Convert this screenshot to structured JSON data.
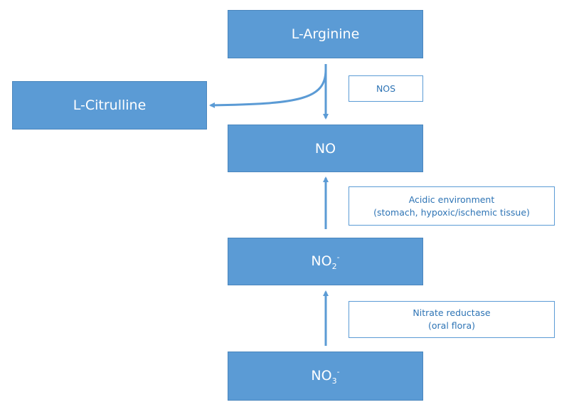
{
  "nodes": {
    "arginine": "L-Arginine",
    "citrulline": "L-Citrulline",
    "no": "NO",
    "no2": {
      "base": "NO",
      "sub": "2",
      "sup": "-"
    },
    "no3": {
      "base": "NO",
      "sub": "3",
      "sup": "-"
    }
  },
  "labels": {
    "nos": "NOS",
    "acidic_line1": "Acidic environment",
    "acidic_line2": "(stomach, hypoxic/ischemic tissue)",
    "nitrate_line1": "Nitrate reductase",
    "nitrate_line2": "(oral flora)"
  },
  "colors": {
    "box_fill": "#5b9bd5",
    "arrow": "#5b9bd5",
    "label_text": "#2e74b5"
  }
}
